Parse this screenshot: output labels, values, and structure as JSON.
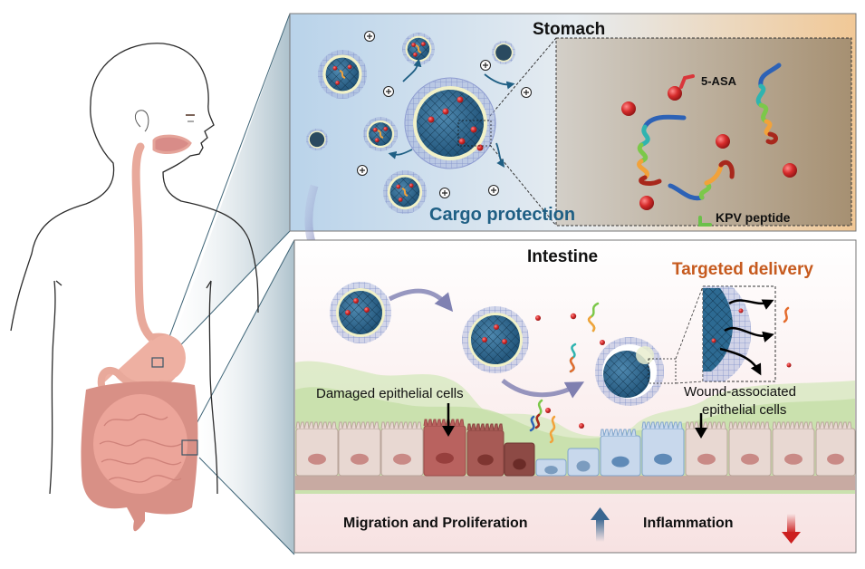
{
  "panels": {
    "stomach": {
      "title": "Stomach",
      "caption": "Cargo protection",
      "caption_color": "#1f5f84",
      "inset": {
        "drug_label": "5-ASA",
        "peptide_label": "KPV peptide",
        "drug_color": "#d9363a",
        "peptide_marker_color": "#6cc04a"
      },
      "charge_symbol": "+"
    },
    "intestine": {
      "title": "Intestine",
      "highlight": "Targeted delivery",
      "highlight_color": "#c65a1e",
      "damaged_label": "Damaged epithelial cells",
      "wound_label_line1": "Wound-associated",
      "wound_label_line2": "epithelial cells",
      "outcomes": [
        {
          "label": "Migration and Proliferation",
          "direction": "up",
          "icon": "up-arrow-icon",
          "color": "#3a6690"
        },
        {
          "label": "Inflammation",
          "direction": "down",
          "icon": "down-arrow-icon",
          "color": "#cc1f1f"
        }
      ]
    }
  },
  "body_figure": {
    "organs": [
      "esophagus",
      "stomach",
      "small-intestine",
      "large-intestine"
    ],
    "organ_color": "#e8a79a"
  }
}
